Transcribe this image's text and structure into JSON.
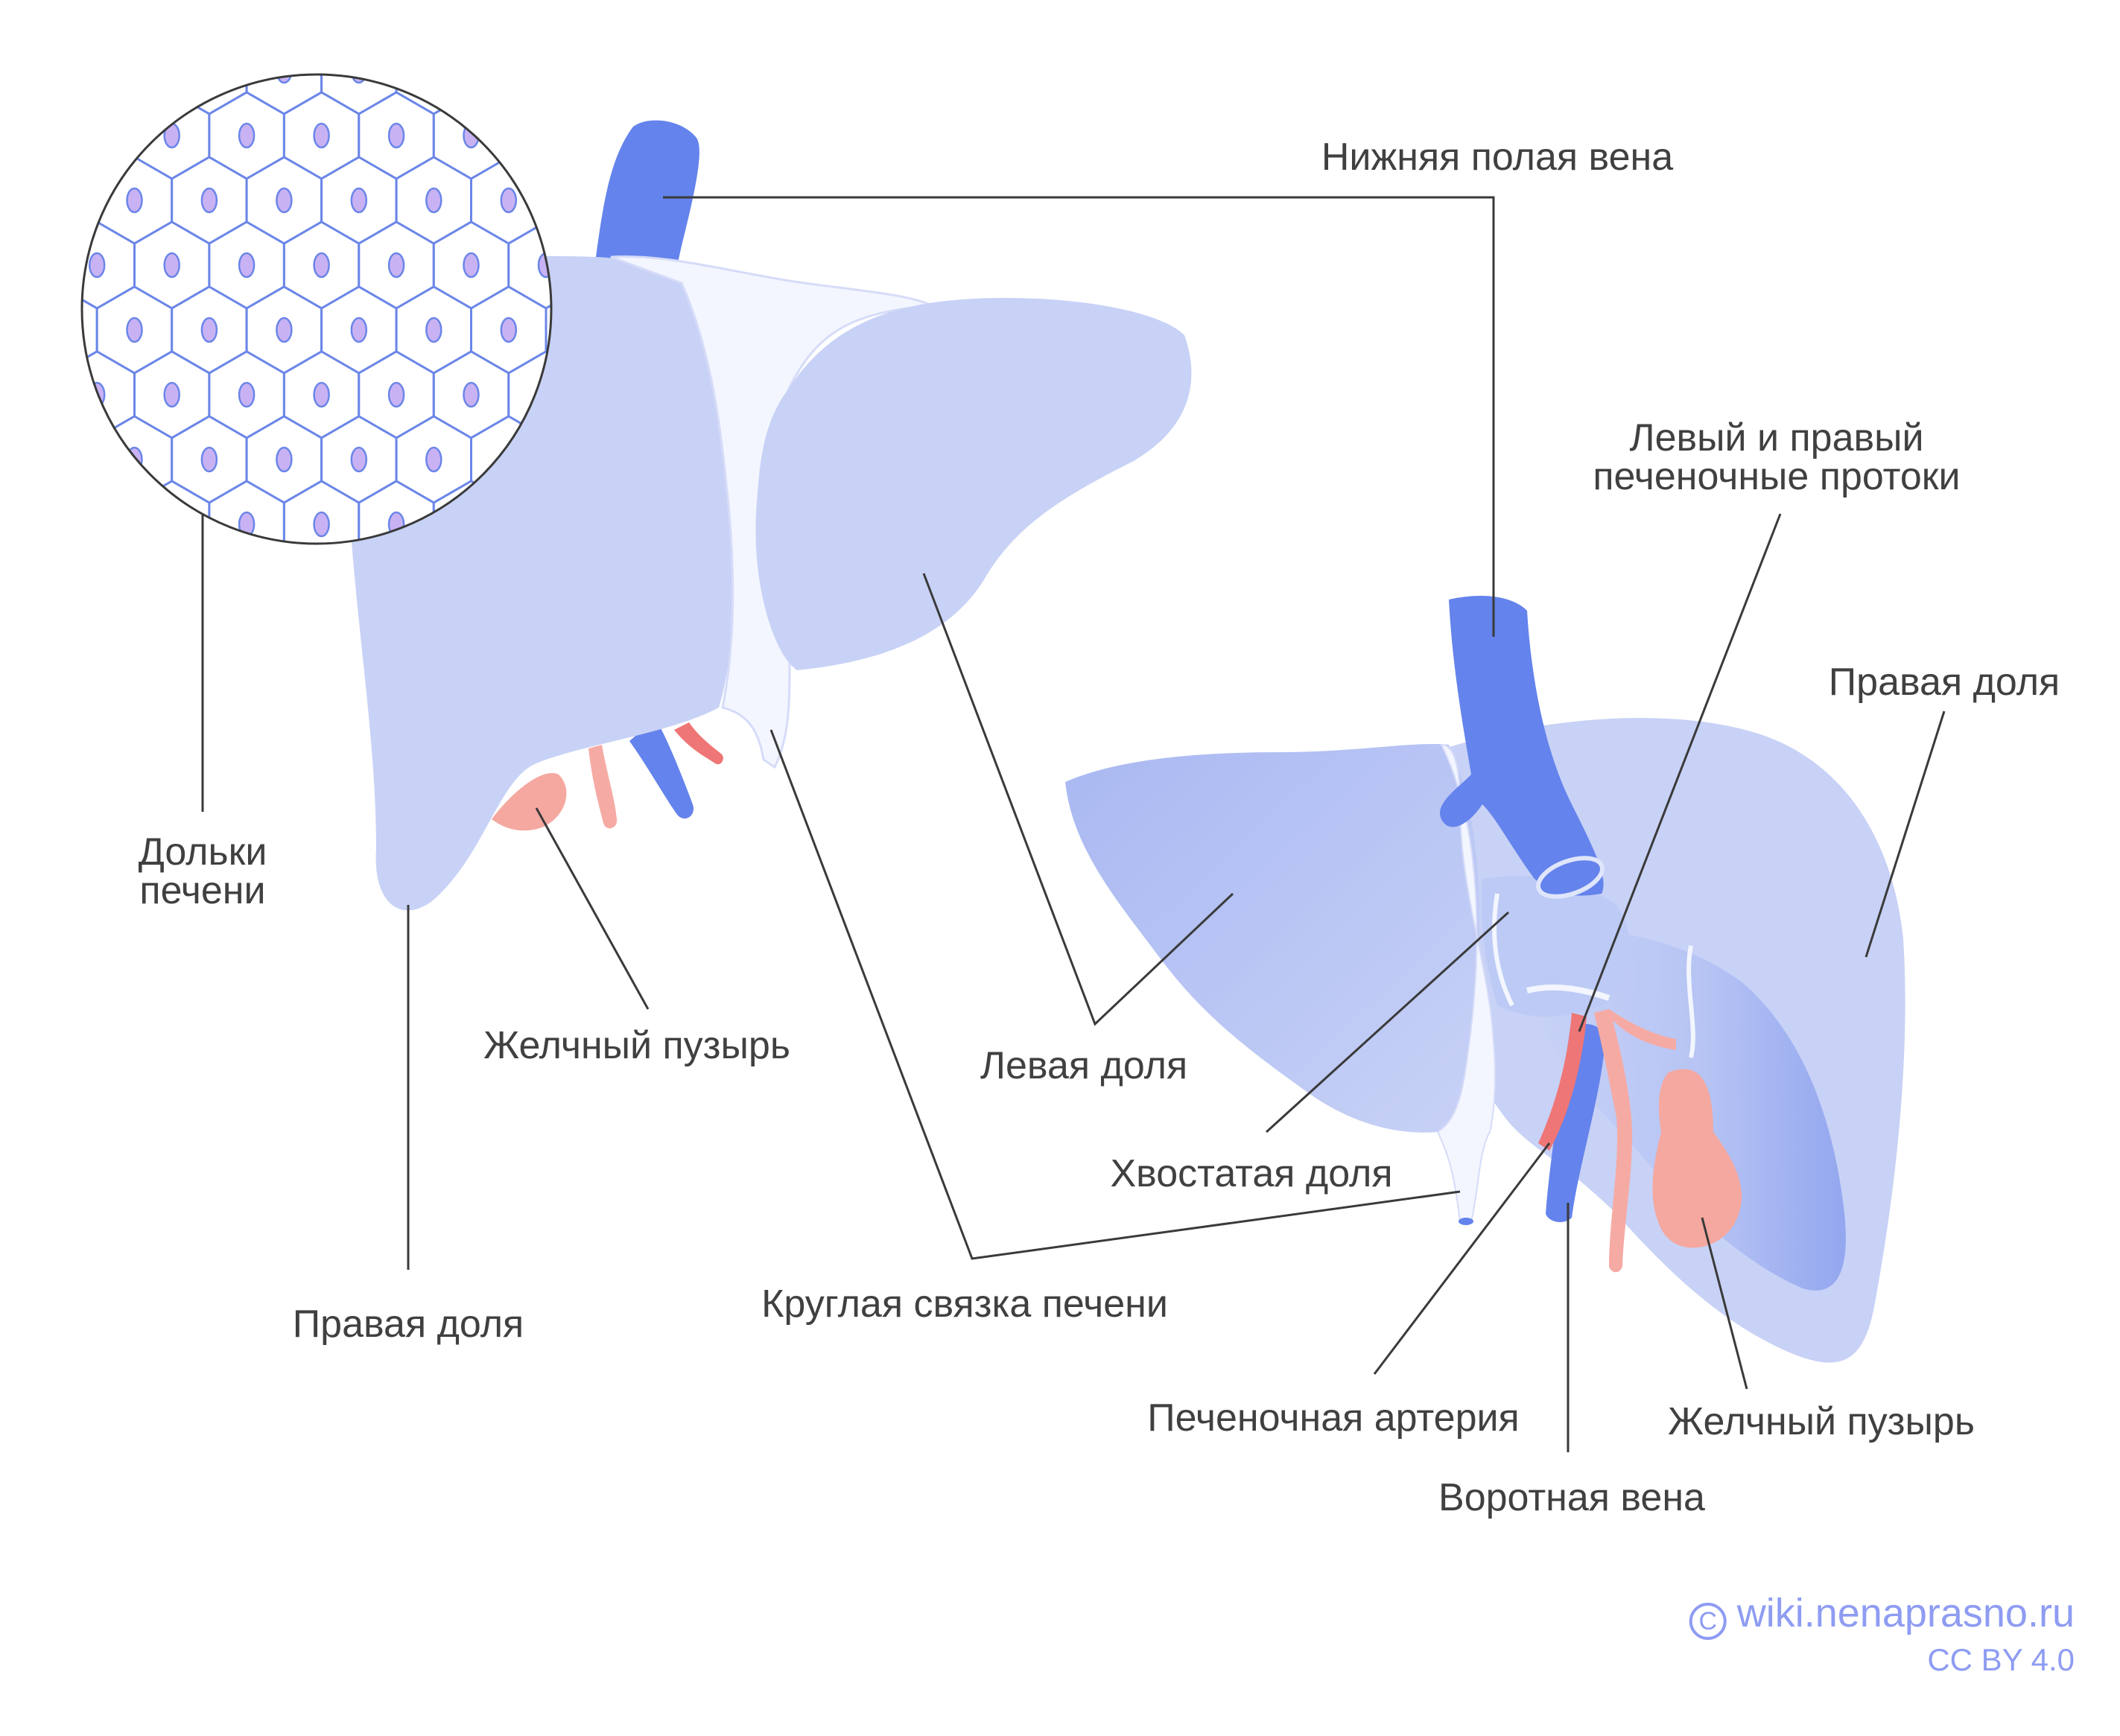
{
  "labels": {
    "inferior_vena_cava": "Нижняя полая вена",
    "hepatic_ducts_line1": "Левый и правый",
    "hepatic_ducts_line2": "печеночные протоки",
    "right_lobe_back": "Правая доля",
    "lobules_line1": "Дольки",
    "lobules_line2": "печени",
    "gallbladder_front": "Желчный пузырь",
    "left_lobe": "Левая доля",
    "caudate_lobe": "Хвостатая доля",
    "round_ligament": "Круглая связка печени",
    "right_lobe_front": "Правая доля",
    "hepatic_artery": "Печеночная артерия",
    "gallbladder_back": "Желчный пузырь",
    "portal_vein": "Воротная вена"
  },
  "credit": {
    "site": "wiki.nenaprasno.ru",
    "license": "CC BY 4.0"
  },
  "icons": {
    "copyright": "copyright-icon"
  },
  "colors": {
    "liver": "#c8d2f6",
    "liver_dark": "#9eaff0",
    "ligament": "#f3f6ff",
    "vein": "#6483ec",
    "artery": "#ef7676",
    "duct": "#f6aaa4",
    "gallbladder": "#f5a8a0",
    "cell_line": "#6b86e8",
    "nucleus": "#c9b2f4",
    "leader": "#3a3a3a",
    "credit": "#8e9cf2"
  }
}
